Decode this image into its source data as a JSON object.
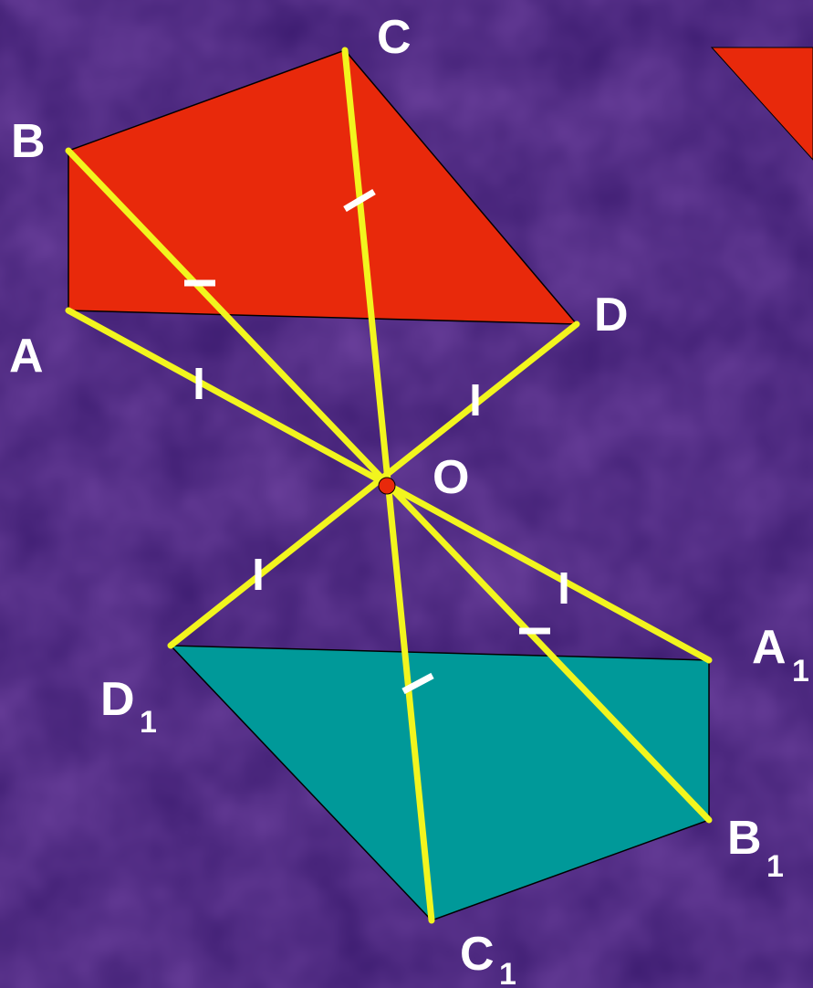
{
  "colors": {
    "background": "#3a1a6e",
    "original_fill": "#e8290b",
    "image_fill": "#009999",
    "ray": "#f2f51e",
    "tick": "#ffffff",
    "center_point": "#e8290b",
    "text": "#ffffff"
  },
  "labels": {
    "A": {
      "main": "A",
      "sub": ""
    },
    "B": {
      "main": "B",
      "sub": ""
    },
    "C": {
      "main": "C",
      "sub": ""
    },
    "D": {
      "main": "D",
      "sub": ""
    },
    "O": {
      "main": "O",
      "sub": ""
    },
    "A1": {
      "main": "A",
      "sub": "1"
    },
    "B1": {
      "main": "B",
      "sub": "1"
    },
    "C1": {
      "main": "C",
      "sub": "1"
    },
    "D1": {
      "main": "D",
      "sub": "1"
    }
  }
}
